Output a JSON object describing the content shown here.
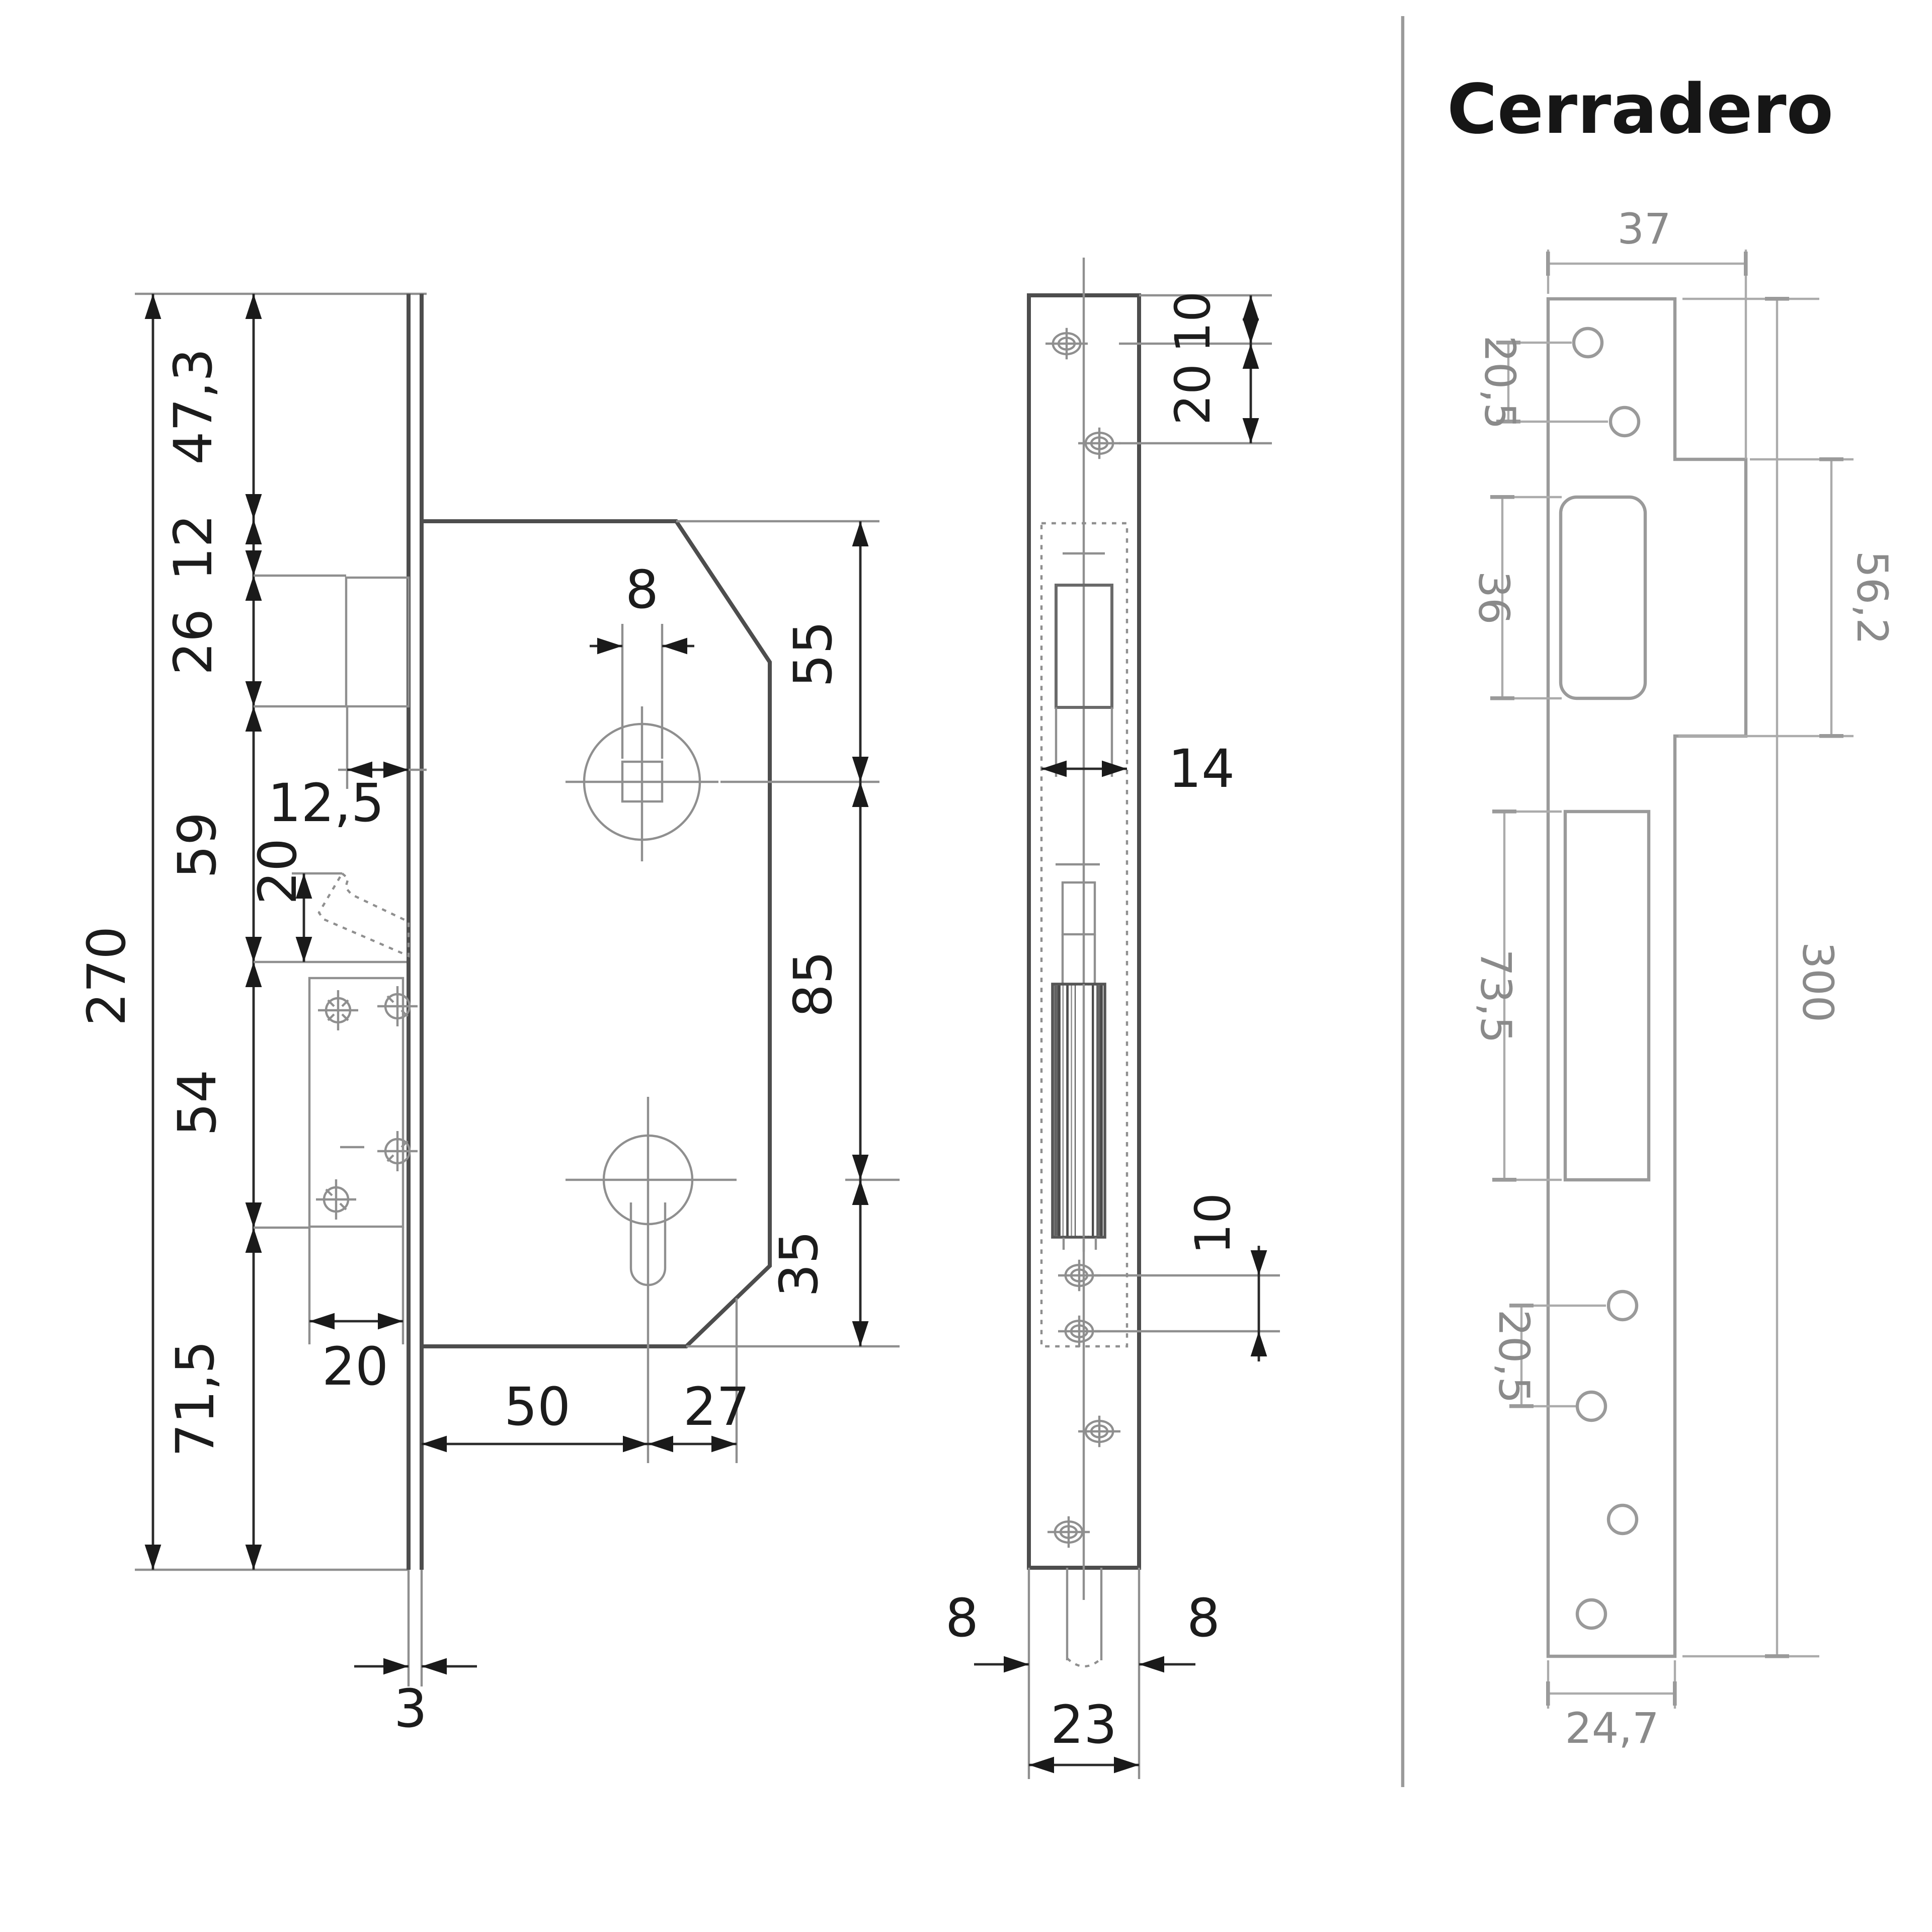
{
  "title": "Cerradero",
  "side_view": {
    "overall_height": "270",
    "seg_top": "47,3",
    "seg_12": "12",
    "seg_26": "26",
    "seg_59": "59",
    "seg_54": "54",
    "seg_71_5": "71,5",
    "latch_offset": "12,5",
    "hook_travel": "20",
    "spindle_hole": "8",
    "top_to_spindle": "55",
    "spindle_to_cylinder": "85",
    "cylinder_to_bottom": "35",
    "backset": "50",
    "cylinder_tail": "27",
    "box_width": "20",
    "faceplate_thickness": "3"
  },
  "front_view": {
    "edge_to_hole": "10",
    "hole_spacing": "20",
    "case_width": "14",
    "lower_hole_spacing": "10",
    "left_margin": "8",
    "right_margin": "8",
    "faceplate_width": "23"
  },
  "strike_view": {
    "top_width": "37",
    "top_hole_spacing": "20,5",
    "latch_opening": "36",
    "step_height": "56,2",
    "bolt_opening": "73,5",
    "lower_hole_spacing": "20,5",
    "overall_height": "300",
    "bottom_width": "24,7"
  }
}
